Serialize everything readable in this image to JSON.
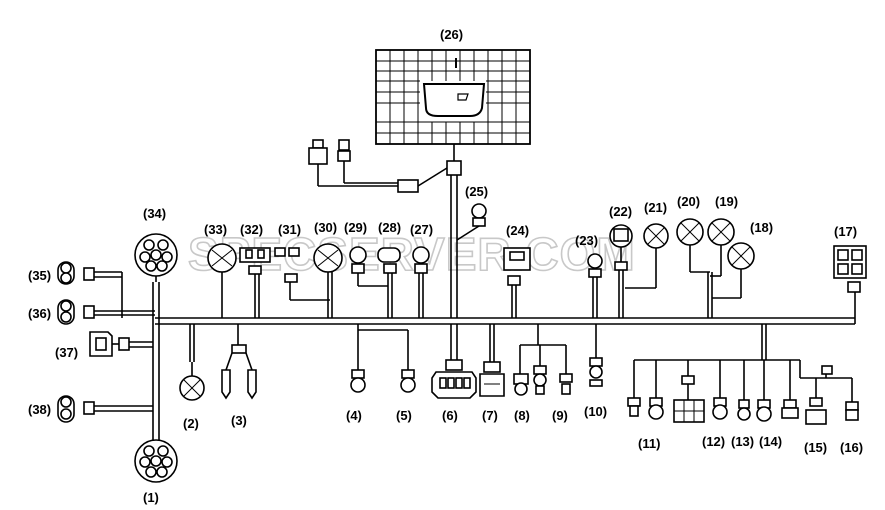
{
  "watermark": "SPECSERVER.COM",
  "labels": {
    "l1": "(1)",
    "l2": "(2)",
    "l3": "(3)",
    "l4": "(4)",
    "l5": "(5)",
    "l6": "(6)",
    "l7": "(7)",
    "l8": "(8)",
    "l9": "(9)",
    "l10": "(10)",
    "l11": "(11)",
    "l12": "(12)",
    "l13": "(13)",
    "l14": "(14)",
    "l15": "(15)",
    "l16": "(16)",
    "l17": "(17)",
    "l18": "(18)",
    "l19": "(19)",
    "l20": "(20)",
    "l21": "(21)",
    "l22": "(22)",
    "l23": "(23)",
    "l24": "(24)",
    "l25": "(25)",
    "l26": "(26)",
    "l27": "(27)",
    "l28": "(28)",
    "l29": "(29)",
    "l30": "(30)",
    "l31": "(31)",
    "l32": "(32)",
    "l33": "(33)",
    "l34": "(34)",
    "l35": "(35)",
    "l36": "(36)",
    "l37": "(37)",
    "l38": "(38)"
  }
}
